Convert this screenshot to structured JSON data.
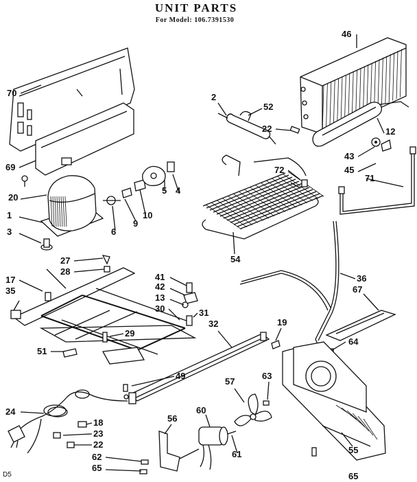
{
  "header": {
    "title": "UNIT PARTS",
    "model_line": "For Model:  106.7391530"
  },
  "corner_code": "D5",
  "callouts": [
    "70",
    "46",
    "2",
    "52",
    "22",
    "12",
    "69",
    "43",
    "45",
    "20",
    "72",
    "71",
    "1",
    "5",
    "4",
    "3",
    "6",
    "9",
    "10",
    "54",
    "27",
    "28",
    "41",
    "42",
    "36",
    "67",
    "17",
    "35",
    "13",
    "30",
    "31",
    "32",
    "19",
    "29",
    "64",
    "51",
    "49",
    "57",
    "63",
    "24",
    "18",
    "23",
    "22",
    "56",
    "60",
    "61",
    "62",
    "65",
    "55",
    "65"
  ]
}
